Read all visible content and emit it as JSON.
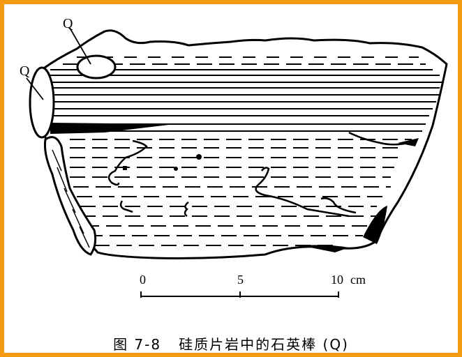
{
  "figure": {
    "border_color": "#F39C12",
    "labels": {
      "q_top": "Q",
      "q_left": "Q"
    },
    "scale_bar": {
      "ticks": [
        "0",
        "5",
        "10"
      ],
      "unit": "cm"
    },
    "caption": {
      "number": "图 7-8",
      "text": "硅质片岩中的石英棒 (Q)"
    }
  }
}
